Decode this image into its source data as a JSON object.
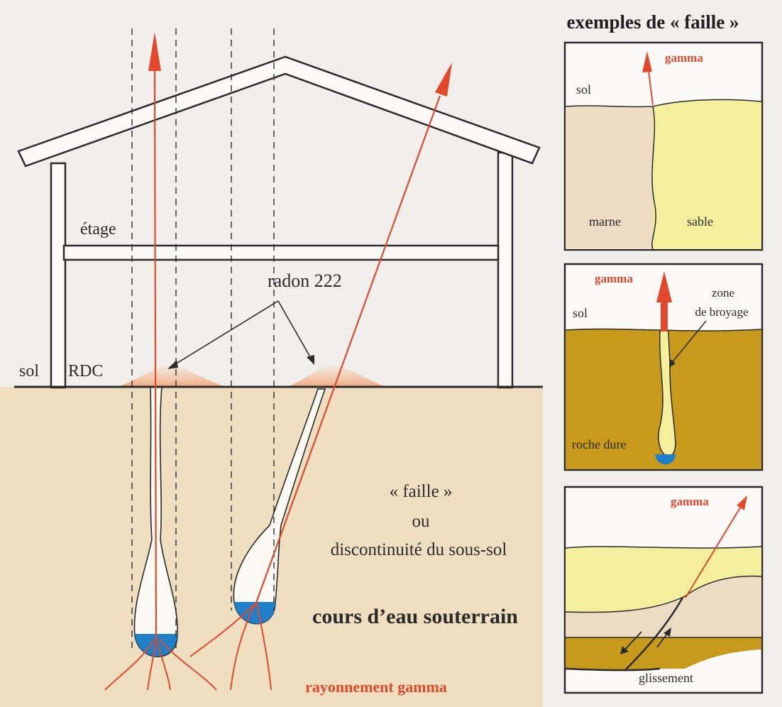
{
  "main": {
    "label_etage": "étage",
    "label_sol": "sol",
    "label_rdc": "RDC",
    "label_radon": "radon 222",
    "label_faille_1": "« faille »",
    "label_faille_2": "ou",
    "label_faille_3": "discontinuité du sous-sol",
    "label_cours": "cours d’eau souterrain",
    "label_rayonnement": "rayonnement gamma"
  },
  "side": {
    "title": "exemples de « faille »",
    "panel1": {
      "gamma": "gamma",
      "sol": "sol",
      "left": "marne",
      "right": "sable"
    },
    "panel2": {
      "gamma": "gamma",
      "sol": "sol",
      "zone_1": "zone",
      "zone_2": "de broyage",
      "rock": "roche dure"
    },
    "panel3": {
      "gamma": "gamma",
      "slide": "glissement"
    }
  },
  "colors": {
    "paper": "#f1efec",
    "ground": "#efdfc0",
    "gamma": "#e2482a",
    "water": "#1f7fc8",
    "marne": "#ecdcc3",
    "sable": "#f3ef9c",
    "rock": "#c89a1c"
  }
}
